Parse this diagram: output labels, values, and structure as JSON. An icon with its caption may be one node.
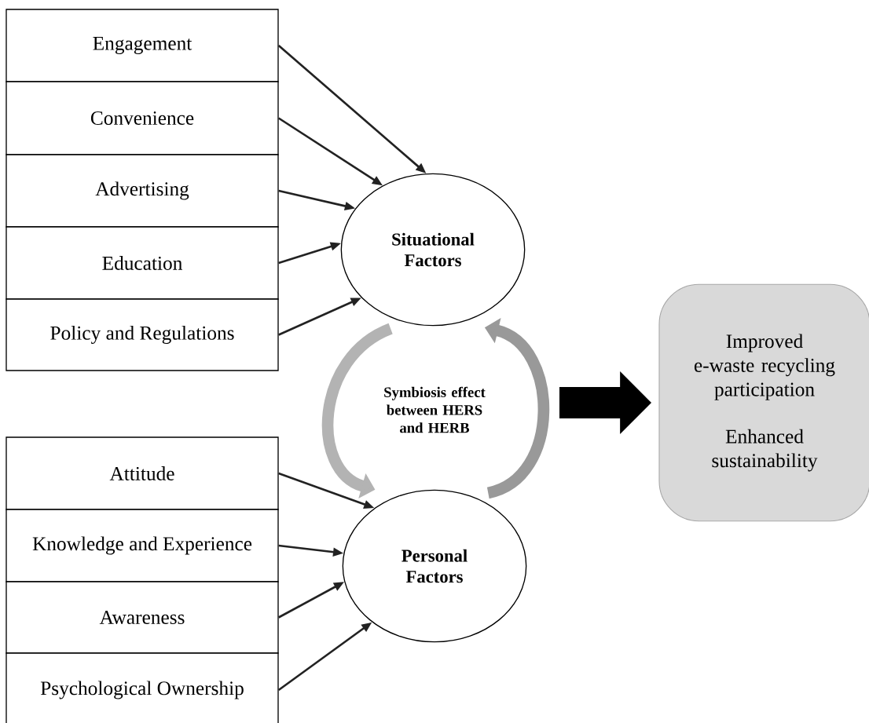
{
  "diagram": {
    "nodes": [
      {
        "text": [
          "Engagement"
        ]
      },
      {
        "text": [
          "Convenience"
        ]
      },
      {
        "text": [
          "Advertising"
        ]
      },
      {
        "text": [
          "Education"
        ]
      },
      {
        "text": [
          "Policy and Regulations"
        ]
      },
      {
        "text": [
          "Situational Factors"
        ]
      },
      {
        "text": [
          "Attitude"
        ]
      },
      {
        "text": [
          "Knowledge and Experience"
        ]
      },
      {
        "text": [
          "Awareness"
        ]
      },
      {
        "text": [
          "Psychological Ownership"
        ]
      },
      {
        "text": [
          "Personal Factors"
        ]
      },
      {
        "text": [
          "Improved e-waste recycling participation",
          "Enhanced sustainability"
        ]
      }
    ],
    "edges": [
      {
        "from": 0,
        "to": 5,
        "arrow": "to"
      },
      {
        "from": 1,
        "to": 5,
        "arrow": "to"
      },
      {
        "from": 2,
        "to": 5,
        "arrow": "to"
      },
      {
        "from": 3,
        "to": 5,
        "arrow": "to"
      },
      {
        "from": 4,
        "to": 5,
        "arrow": "to"
      },
      {
        "from": 6,
        "to": 10,
        "arrow": "to"
      },
      {
        "from": 7,
        "to": 10,
        "arrow": "to"
      },
      {
        "from": 8,
        "to": 10,
        "arrow": "to"
      },
      {
        "from": 9,
        "to": 10,
        "arrow": "to"
      },
      {
        "from": 5,
        "to": 10,
        "arrow": "to",
        "style": "thick",
        "color": "#b3b3b3"
      },
      {
        "from": 10,
        "to": 5,
        "arrow": "to",
        "style": "thick",
        "color": "#999999"
      },
      {
        "from": null,
        "to": 11,
        "arrow": "to",
        "style": "thick",
        "color": "#000000"
      }
    ],
    "labels": [
      "Symbiosis effect between HERS and HERB"
    ]
  }
}
